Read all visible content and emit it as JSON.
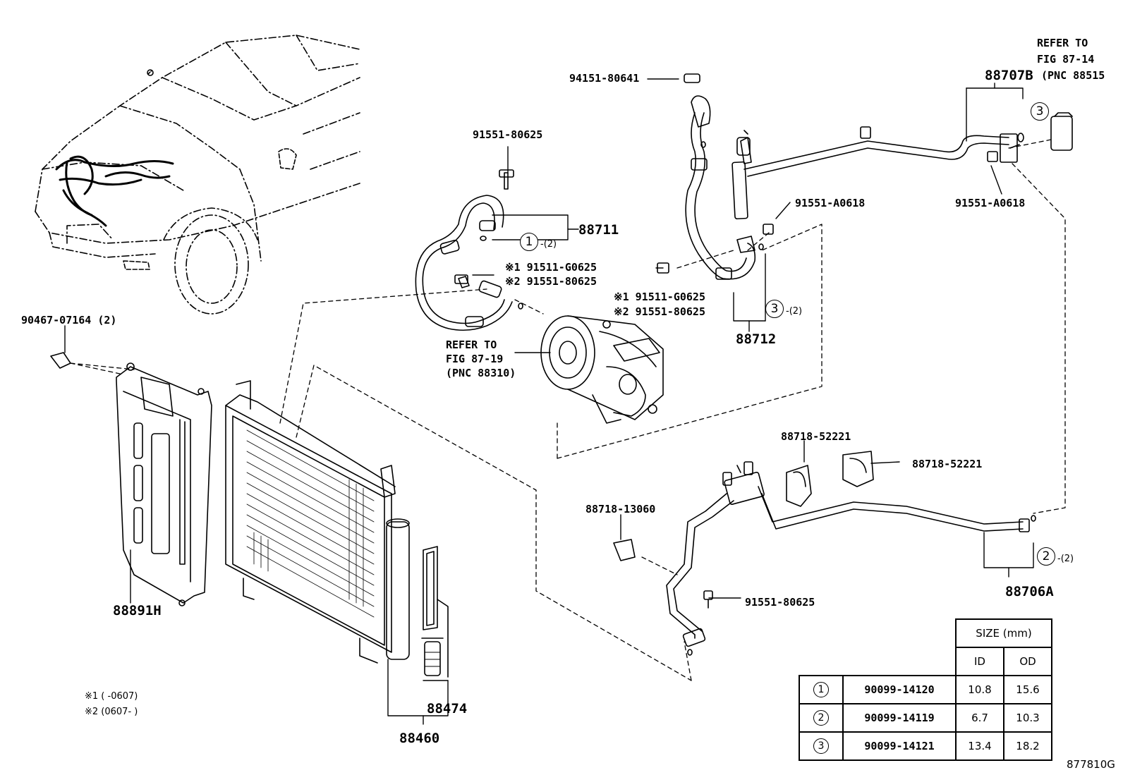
{
  "diagram_id": "877810G",
  "parts": {
    "p94151": "94151-80641",
    "refer_top_1": "REFER TO",
    "refer_top_2": "FIG 87-14",
    "p88707b": "88707B",
    "pnc_top": "(PNC 88515",
    "p91551_top": "91551-80625",
    "p88711": "88711",
    "qty_88711": "-(2)",
    "note_a": "※1 91511-G0625",
    "note_b": "※2 91551-80625",
    "refer_mid_1": "REFER TO",
    "refer_mid_2": "FIG 87-19",
    "refer_mid_3": "(PNC 88310)",
    "p91551a0618_a": "91551-A0618",
    "p91551a0618_b": "91551-A0618",
    "note_c": "※1 91511-G0625",
    "note_d": "※2 91551-80625",
    "p88712": "88712",
    "qty_88712": "-(2)",
    "p90467": "90467-07164 (2)",
    "p88891h": "88891H",
    "p88718_52221_a": "88718-52221",
    "p88718_52221_b": "88718-52221",
    "p88718_13060": "88718-13060",
    "p91551_low": "91551-80625",
    "p88706a": "88706A",
    "qty_88706a": "-(2)",
    "p88474": "88474",
    "p88460": "88460",
    "legend_1": "※1  (      -0607)",
    "legend_2": "※2  (0607-      )"
  },
  "circled": {
    "c88711": "1",
    "c88712": "3",
    "c88707b": "3",
    "c88706a": "2"
  },
  "size_table": {
    "header": "SIZE (mm)",
    "col_id": "ID",
    "col_od": "OD",
    "rows": [
      {
        "mark": "1",
        "part": "90099-14120",
        "id": "10.8",
        "od": "15.6"
      },
      {
        "mark": "2",
        "part": "90099-14119",
        "id": "6.7",
        "od": "10.3"
      },
      {
        "mark": "3",
        "part": "90099-14121",
        "id": "13.4",
        "od": "18.2"
      }
    ]
  }
}
